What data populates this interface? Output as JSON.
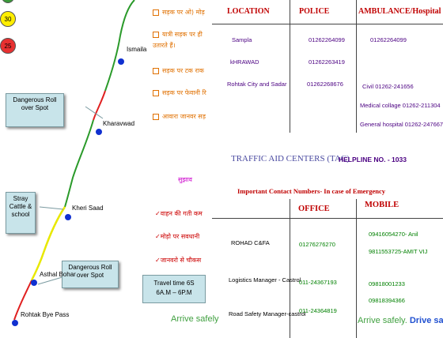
{
  "legend_circles": [
    {
      "label": "30",
      "color": "#ffee00"
    },
    {
      "label": "25",
      "color": "#e83030"
    }
  ],
  "map": {
    "callouts": [
      {
        "text": "Dangerous Roll over Spot"
      },
      {
        "text": "Stray Cattle & school"
      },
      {
        "text": "Dangerous Roll over Spot"
      }
    ],
    "places": [
      "Ismaila",
      "Kharavwad",
      "Kheri Saad",
      "Asthal Bohar",
      "Rohtak  Bye Pass"
    ]
  },
  "hindi_points": [
    "सड़क पर ओ) मोड़",
    "यात्री सड़क पर ही",
    "उतारते हैं।",
    "सड़क पर टक राक",
    "सड़क पर फेवानी रि",
    "आवारा जानवर सड़"
  ],
  "suggestions": {
    "title": "सुझाव",
    "items": [
      "वाहन की गती कम",
      "मोड़ो पर सवधानी",
      "जानवरो से   चौकस"
    ]
  },
  "travel_box": {
    "line1": "Travel time 6S",
    "line2": "6A.M – 6P.M"
  },
  "arrive_safely_left": "Arrive safely",
  "contacts_top": {
    "headers": [
      "LOCATION",
      "POLICE",
      "AMBULANCE/Hospital"
    ],
    "rows": [
      {
        "location": "Sampla",
        "police": "01262264099",
        "amb": "01262264099"
      },
      {
        "location": "kHRAWAD",
        "police": "01262263419",
        "amb": ""
      },
      {
        "location": "Rohtak  City and Sadar",
        "police": "01262268676",
        "amb": "Civil   01262-241656"
      }
    ],
    "extra_amb": [
      "Medical collage  01262-211304",
      "General hospital 01262-247667"
    ]
  },
  "tac": {
    "title": "TRAFFIC AID CENTERS (TAC)",
    "helpline": "HELPLINE NO. - 1033"
  },
  "emergency": {
    "title": "Important  Contact  Numbers- In case of Emergency",
    "headers": [
      "OFFICE",
      "MOBILE"
    ],
    "rows": [
      {
        "name": "ROHAD C&FA",
        "office": "01276276270",
        "mobile": [
          "09416054270- Anil",
          "9811553725-AMIT VIJ"
        ]
      },
      {
        "name": "Logistics Manager - Castrol",
        "office": "011-24367193",
        "mobile": [
          "09818001233"
        ]
      },
      {
        "name": "Road Safety Manager-castrol",
        "office": "011-24364819",
        "mobile": [
          "09818394366"
        ]
      }
    ]
  },
  "footer": {
    "arrive": "Arrive safely.",
    "drive": "Drive safely."
  }
}
